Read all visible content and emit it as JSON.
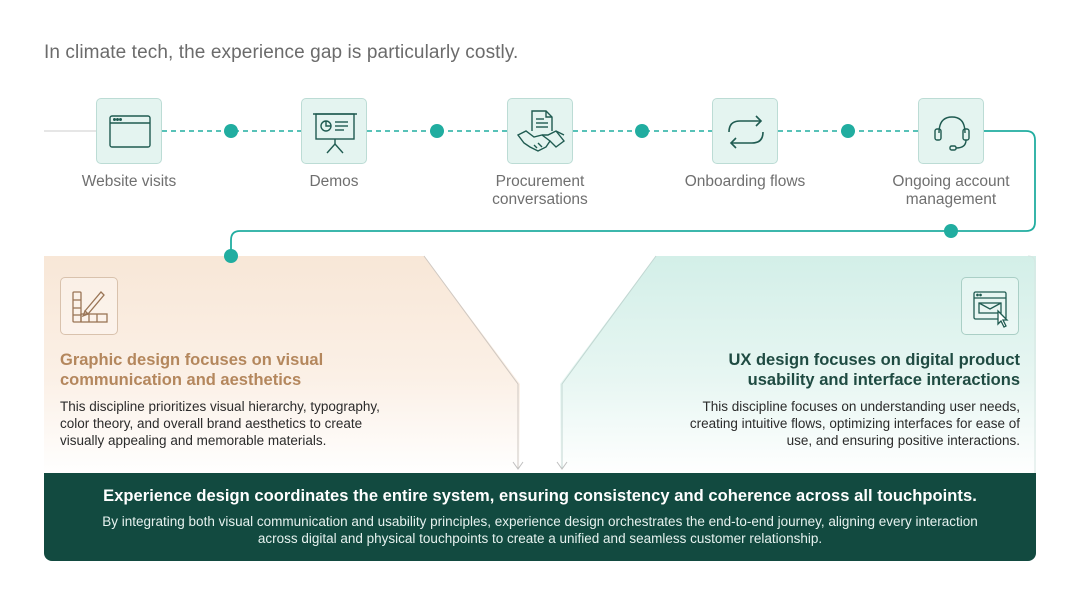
{
  "headline": "In climate tech, the experience gap is particularly costly.",
  "colors": {
    "accent_teal": "#21ada0",
    "icon_stroke": "#1f5b51",
    "graphic_title": "#b4875d",
    "ux_title": "#1f4b42",
    "banner_bg": "#124a40"
  },
  "journey": [
    {
      "label": "Website visits",
      "icon": "browser-window-icon"
    },
    {
      "label": "Demos",
      "icon": "presentation-board-icon"
    },
    {
      "label": "Procurement conversations",
      "icon": "handshake-document-icon"
    },
    {
      "label": "Onboarding flows",
      "icon": "refresh-arrows-icon"
    },
    {
      "label": "Ongoing account management",
      "icon": "headset-icon"
    }
  ],
  "graphic_design": {
    "icon": "design-palette-icon",
    "title": "Graphic design focuses on visual communication and aesthetics",
    "body": "This discipline prioritizes visual hierarchy, typography, color theory, and overall brand aesthetics to create visually appealing and memorable materials."
  },
  "ux_design": {
    "icon": "browser-cursor-icon",
    "title": "UX design focuses on digital product usability and interface interactions",
    "body": "This discipline focuses on understanding user needs, creating intuitive flows, optimizing interfaces for ease of use, and ensuring positive interactions."
  },
  "experience_design": {
    "title": "Experience design coordinates the entire system, ensuring consistency and coherence across all touchpoints.",
    "body": "By integrating both visual communication and usability principles, experience design orchestrates the end-to-end journey, aligning every interaction across digital and physical touchpoints to create a unified and seamless customer relationship."
  }
}
